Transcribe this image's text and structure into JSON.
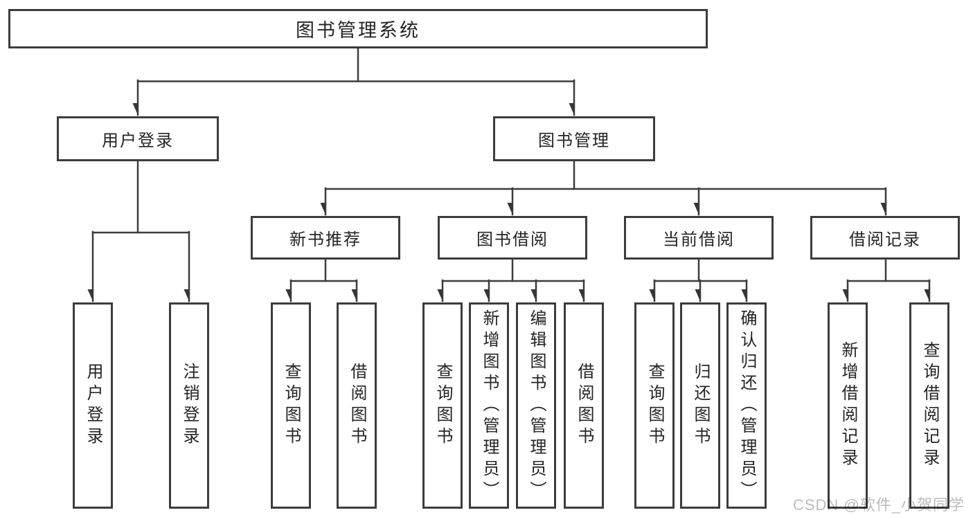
{
  "tree": {
    "root": {
      "label": "图书管理系统"
    },
    "branches": [
      {
        "label": "用户登录",
        "children": [
          {
            "label": "用户登录"
          },
          {
            "label": "注销登录"
          }
        ]
      },
      {
        "label": "图书管理",
        "children": [
          {
            "label": "新书推荐",
            "children": [
              {
                "label": "查询图书"
              },
              {
                "label": "借阅图书"
              }
            ]
          },
          {
            "label": "图书借阅",
            "children": [
              {
                "label": "查询图书"
              },
              {
                "label": "新增图书（管理员）"
              },
              {
                "label": "编辑图书（管理员）"
              },
              {
                "label": "借阅图书"
              }
            ]
          },
          {
            "label": "当前借阅",
            "children": [
              {
                "label": "查询图书"
              },
              {
                "label": "归还图书"
              },
              {
                "label": "确认归还（管理员）"
              }
            ]
          },
          {
            "label": "借阅记录",
            "children": [
              {
                "label": "新增借阅记录"
              },
              {
                "label": "查询借阅记录"
              }
            ]
          }
        ]
      }
    ]
  },
  "watermark": {
    "text": "CSDN @软件_小贺同学"
  },
  "colors": {
    "line": "#3c3c3c",
    "arrow": "#363636",
    "text": "#242424",
    "watermark": "#bcbcbc",
    "background": "#ffffff"
  }
}
